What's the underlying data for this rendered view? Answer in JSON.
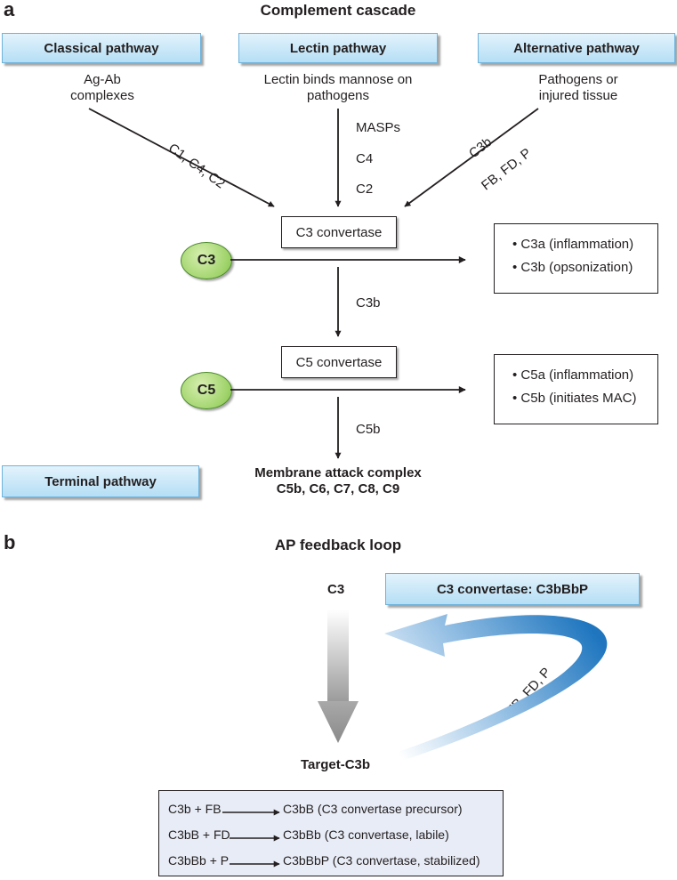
{
  "panel_a": {
    "letter": "a",
    "title": "Complement cascade",
    "classical": {
      "label": "Classical pathway",
      "trigger_line1": "Ag-Ab",
      "trigger_line2": "complexes",
      "arrow_label": "C1, C4, C2"
    },
    "lectin": {
      "label": "Lectin pathway",
      "trigger_line1": "Lectin binds mannose on",
      "trigger_line2": "pathogens",
      "steps": [
        "MASPs",
        "C4",
        "C2"
      ]
    },
    "alternative": {
      "label": "Alternative pathway",
      "trigger_line1": "Pathogens or",
      "trigger_line2": "injured tissue",
      "arrow_label1": "C3b",
      "arrow_label2": "FB, FD, P"
    },
    "c3_convertase": "C3 convertase",
    "c3": "C3",
    "c3_products": [
      "• C3a (inflammation)",
      "• C3b (opsonization)"
    ],
    "c3b_label": "C3b",
    "c5_convertase": "C5 convertase",
    "c5": "C5",
    "c5_products": [
      "• C5a (inflammation)",
      "• C5b (initiates MAC)"
    ],
    "c5b_label": "C5b",
    "terminal": "Terminal pathway",
    "mac_line1": "Membrane attack complex",
    "mac_line2": "C5b, C6, C7, C8, C9"
  },
  "panel_b": {
    "letter": "b",
    "title": "AP feedback loop",
    "c3": "C3",
    "convertase_box": "C3 convertase: C3bBbP",
    "loop_label": "FB, FD, P",
    "target": "Target-C3b",
    "reactions": [
      {
        "left": "C3b + FB",
        "right": "C3bB (C3 convertase precursor)"
      },
      {
        "left": "C3bB + FD",
        "right": "C3bBb (C3 convertase, labile)"
      },
      {
        "left": "C3bBb + P",
        "right": "C3bBbP (C3 convertase, stabilized)"
      }
    ]
  },
  "colors": {
    "pathway_fill_top": "#e3f3fc",
    "pathway_fill_bottom": "#b5def5",
    "pathway_border": "#6fb3dc",
    "component_green": "#9fd36a",
    "loop_blue": "#1f76bf",
    "equation_box_fill": "#e8ecf6",
    "gray_arrow": "#a0a0a0"
  }
}
